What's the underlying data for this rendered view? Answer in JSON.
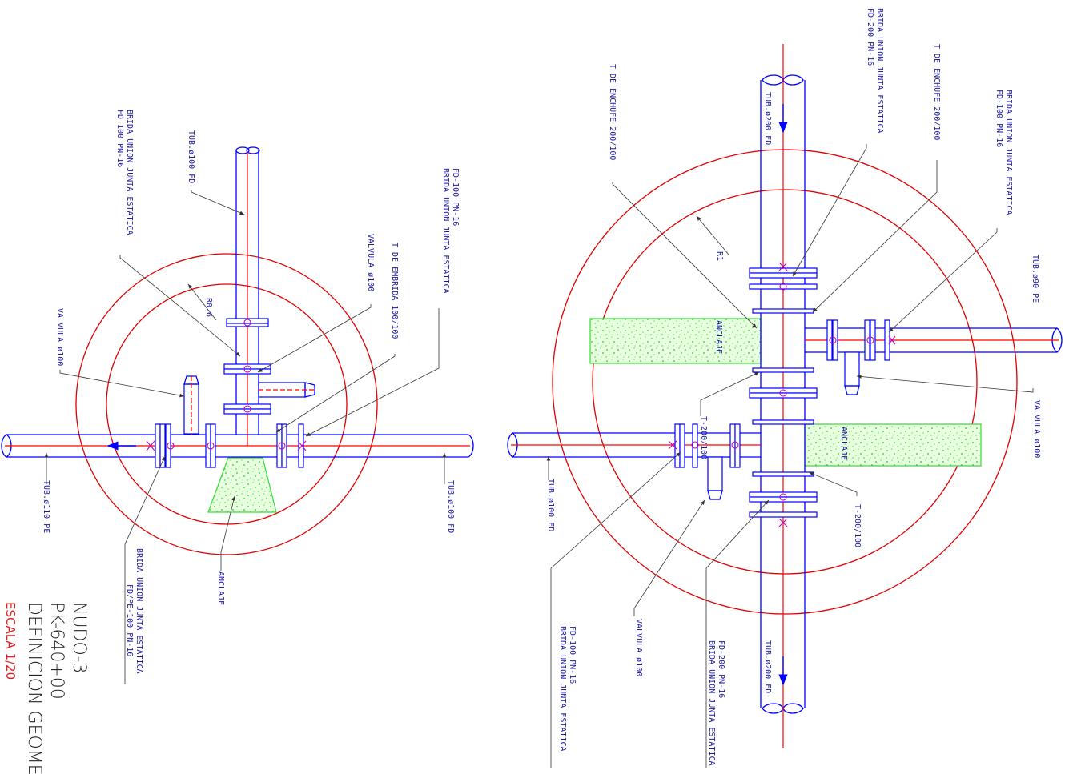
{
  "colors": {
    "pipe": "#0000ff",
    "axis": "#ff0000",
    "concrete": "#d9ffcf",
    "label": "#1a1aa0",
    "scale": "#e02020"
  },
  "title": {
    "line1": "NUDO-3",
    "line2": "PK-640+00",
    "line3": "DEFINICION GEOME",
    "scale": "ESCALA 1/20"
  },
  "left": {
    "fd100_pn16_line1": "FD 100 PN-16",
    "fd100_pn16_line2": "BRIDA UNION JUNTA ESTATICA",
    "tub100_fd_top": "TUB.ø100 FD",
    "fd100_top_line1": "FD-100 PN-16",
    "fd100_top_line2": "BRIDA UNION JUNTA ESTATICA",
    "t_embrida": "T DE EMBRIDA 100/100",
    "valvula_top": "VALVULA ø100",
    "valvula_left": "VALVULA ø100",
    "radius": "R0.6",
    "tub110_pe": "TUB.ø110 PE",
    "tub100_fd_right": "TUB.ø100 FD",
    "brida_fdpe_line1": "BRIDA UNION JUNTA ESTATICA",
    "brida_fdpe_line2": "FD/PE-100 PN-16",
    "anclaje": "ANCLAJE"
  },
  "right": {
    "brida_top_line1": "BRIDA UNION JUNTA ESTATICA",
    "brida_top_line2": "FD-200 PN-16",
    "t_enchufe_left": "T DE ENCHUFE 200/100",
    "t_enchufe_right": "T DE ENCHUFE 200/100",
    "brida_fd100_line1": "BRIDA UNION JUNTA ESTATICA",
    "brida_fd100_line2": "FD-100 PN-16",
    "tub200_top": "TUB.ø200 FD",
    "tub90_pe": "TUB.ø90 PE",
    "radius": "R1",
    "anclaje_upper": "ANCLAJE",
    "anclaje_lower": "ANCLAJE",
    "t200_left": "T-200/100",
    "t200_right": "T-200/100",
    "valvula_right": "VALVULA ø100",
    "tub100_fd_left": "TUB.ø100 FD",
    "fd100_bottom_line1": "FD-100 PN-16",
    "fd100_bottom_line2": "BRIDA UNION JUNTA ESTATICA",
    "valvula_bottom": "VALVULA ø100",
    "fd200_bottom_line1": "FD-200 PN-16",
    "fd200_bottom_line2": "BRIDA UNION JUNTA ESTATICA",
    "tub200_bottom": "TUB.ø200 FD"
  }
}
